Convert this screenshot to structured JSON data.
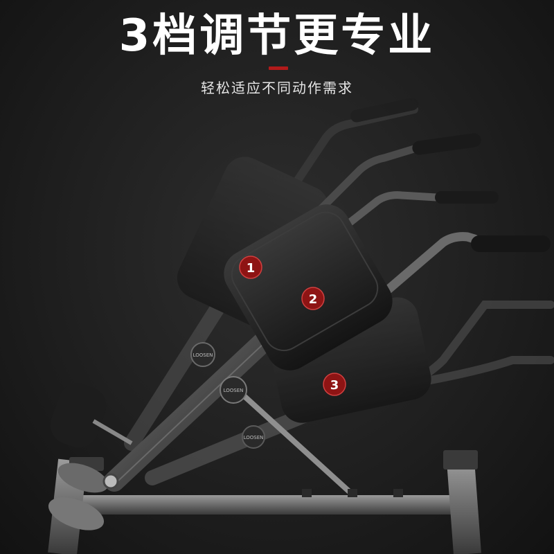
{
  "header": {
    "title": "3档调节更专业",
    "subtitle": "轻松适应不同动作需求"
  },
  "positions": [
    {
      "label": "1"
    },
    {
      "label": "2"
    },
    {
      "label": "3"
    }
  ],
  "knobs": [
    {
      "label": "LOOSEN"
    },
    {
      "label": "LOOSEN"
    },
    {
      "label": "LOOSEN"
    }
  ],
  "colors": {
    "badge": "#8e1414",
    "accent": "#b21a1a",
    "frame": "#5a5a5a",
    "pad": "#1c1c1c"
  }
}
